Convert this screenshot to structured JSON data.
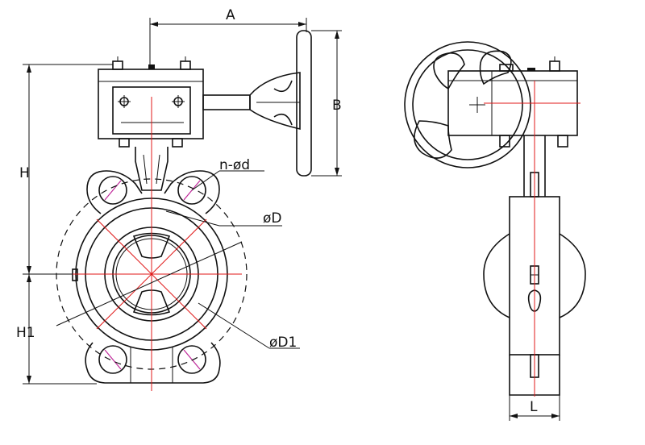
{
  "labels": {
    "A": "A",
    "B": "B",
    "H": "H",
    "H1": "H1",
    "nd": "n-ød",
    "D": "øD",
    "D1": "øD1",
    "L": "L"
  },
  "colors": {
    "line": "#111111",
    "centerline": "#e01818",
    "bolt_axis": "#c0279a"
  }
}
